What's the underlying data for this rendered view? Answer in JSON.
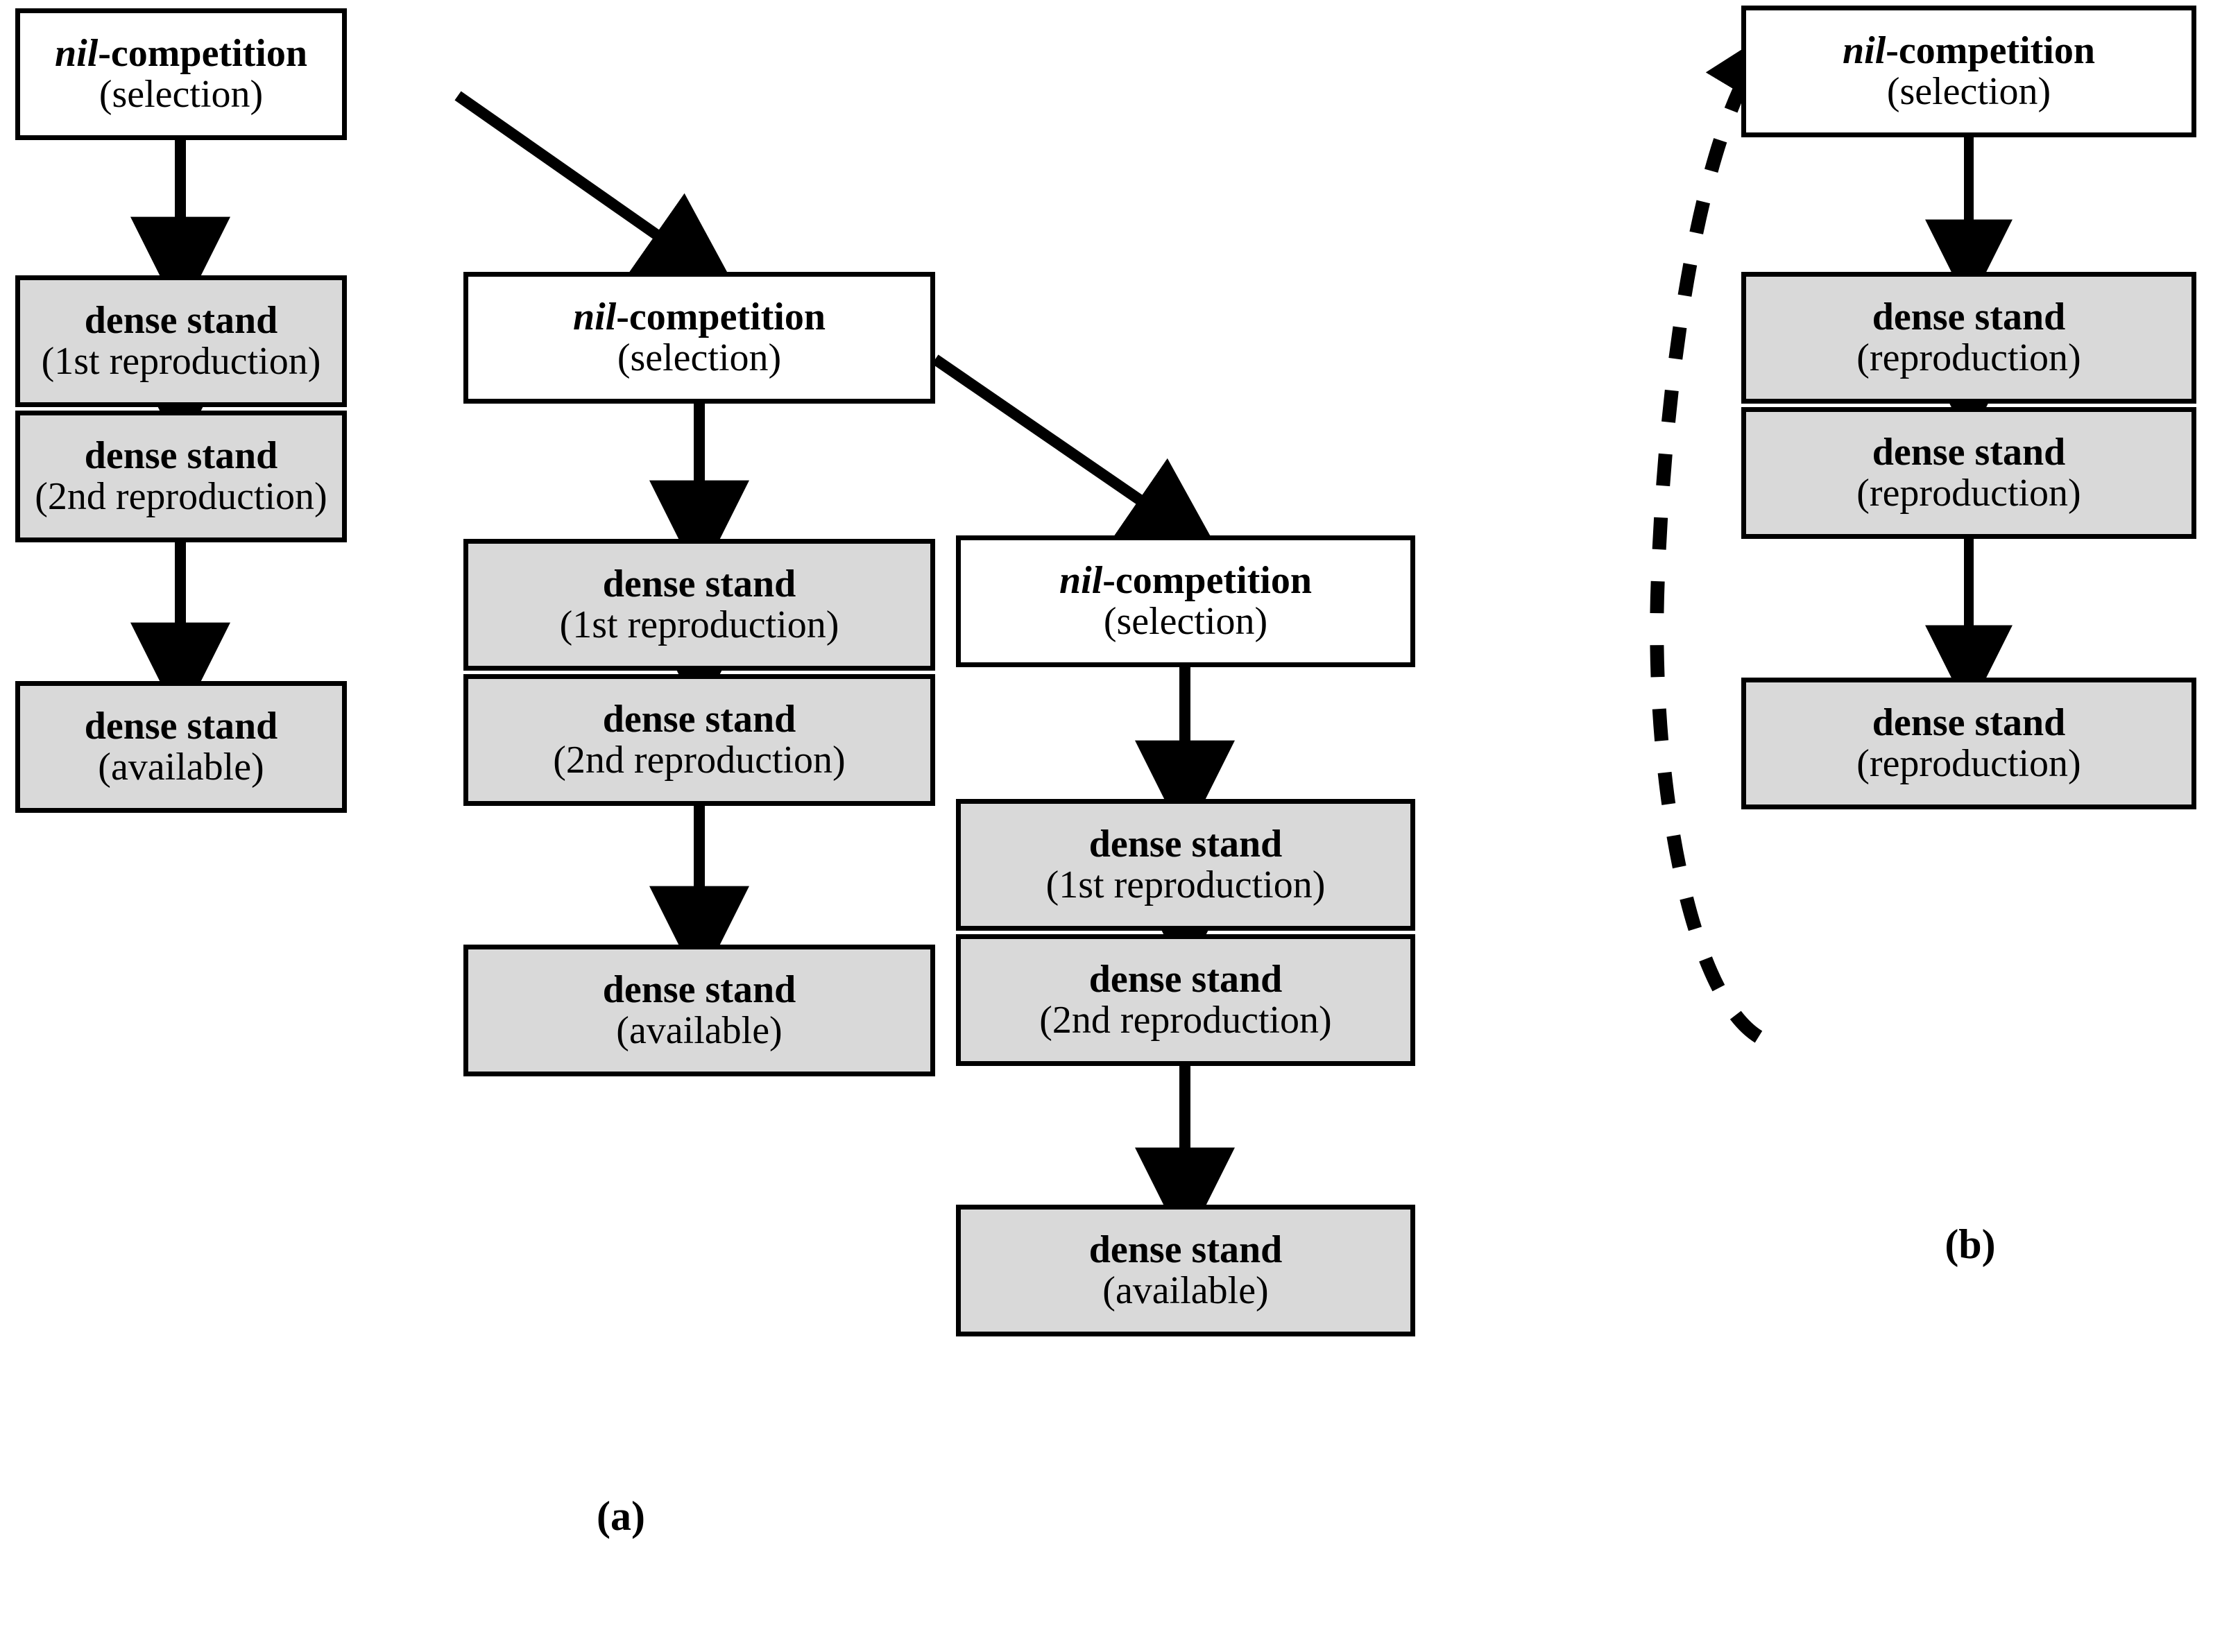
{
  "figure": {
    "panels": [
      {
        "id": "a",
        "label": "(a)",
        "columns": [
          {
            "id": "col1",
            "nodes": [
              {
                "line1_em": "nil",
                "line1_rest": "-competition",
                "line2": "(selection)",
                "shaded": false
              },
              {
                "line1_em": "",
                "line1_rest": "dense stand",
                "line2": "(1st reproduction)",
                "shaded": true
              },
              {
                "line1_em": "",
                "line1_rest": "dense stand",
                "line2": "(2nd reproduction)",
                "shaded": true
              },
              {
                "line1_em": "",
                "line1_rest": "dense stand",
                "line2": "(available)",
                "shaded": true
              }
            ]
          },
          {
            "id": "col2",
            "nodes": [
              {
                "line1_em": "nil",
                "line1_rest": "-competition",
                "line2": "(selection)",
                "shaded": false
              },
              {
                "line1_em": "",
                "line1_rest": "dense stand",
                "line2": "(1st reproduction)",
                "shaded": true
              },
              {
                "line1_em": "",
                "line1_rest": "dense stand",
                "line2": "(2nd reproduction)",
                "shaded": true
              },
              {
                "line1_em": "",
                "line1_rest": "dense stand",
                "line2": "(available)",
                "shaded": true
              }
            ]
          },
          {
            "id": "col3",
            "nodes": [
              {
                "line1_em": "nil",
                "line1_rest": "-competition",
                "line2": "(selection)",
                "shaded": false
              },
              {
                "line1_em": "",
                "line1_rest": "dense stand",
                "line2": "(1st reproduction)",
                "shaded": true
              },
              {
                "line1_em": "",
                "line1_rest": "dense stand",
                "line2": "(2nd reproduction)",
                "shaded": true
              },
              {
                "line1_em": "",
                "line1_rest": "dense stand",
                "line2": "(available)",
                "shaded": true
              }
            ]
          }
        ]
      },
      {
        "id": "b",
        "label": "(b)",
        "columns": [
          {
            "id": "colb",
            "nodes": [
              {
                "line1_em": "nil",
                "line1_rest": "-competition",
                "line2": "(selection)",
                "shaded": false
              },
              {
                "line1_em": "",
                "line1_rest": "dense stand",
                "line2": "(reproduction)",
                "shaded": true
              },
              {
                "line1_em": "",
                "line1_rest": "dense stand",
                "line2": "(reproduction)",
                "shaded": true
              },
              {
                "line1_em": "",
                "line1_rest": "dense stand",
                "line2": "(reproduction)",
                "shaded": true
              }
            ]
          }
        ]
      }
    ],
    "colors": {
      "shaded_fill": "#d9d9d9",
      "plain_fill": "#ffffff",
      "stroke": "#000000",
      "background": "#ffffff"
    },
    "edges": {
      "solid_vertical_count": 9,
      "solid_diagonal_count": 2,
      "dashed_feedback_count": 1,
      "dashed_feedback_meaning": "recycle from dense stand (reproduction) back to nil-competition (selection)"
    }
  }
}
